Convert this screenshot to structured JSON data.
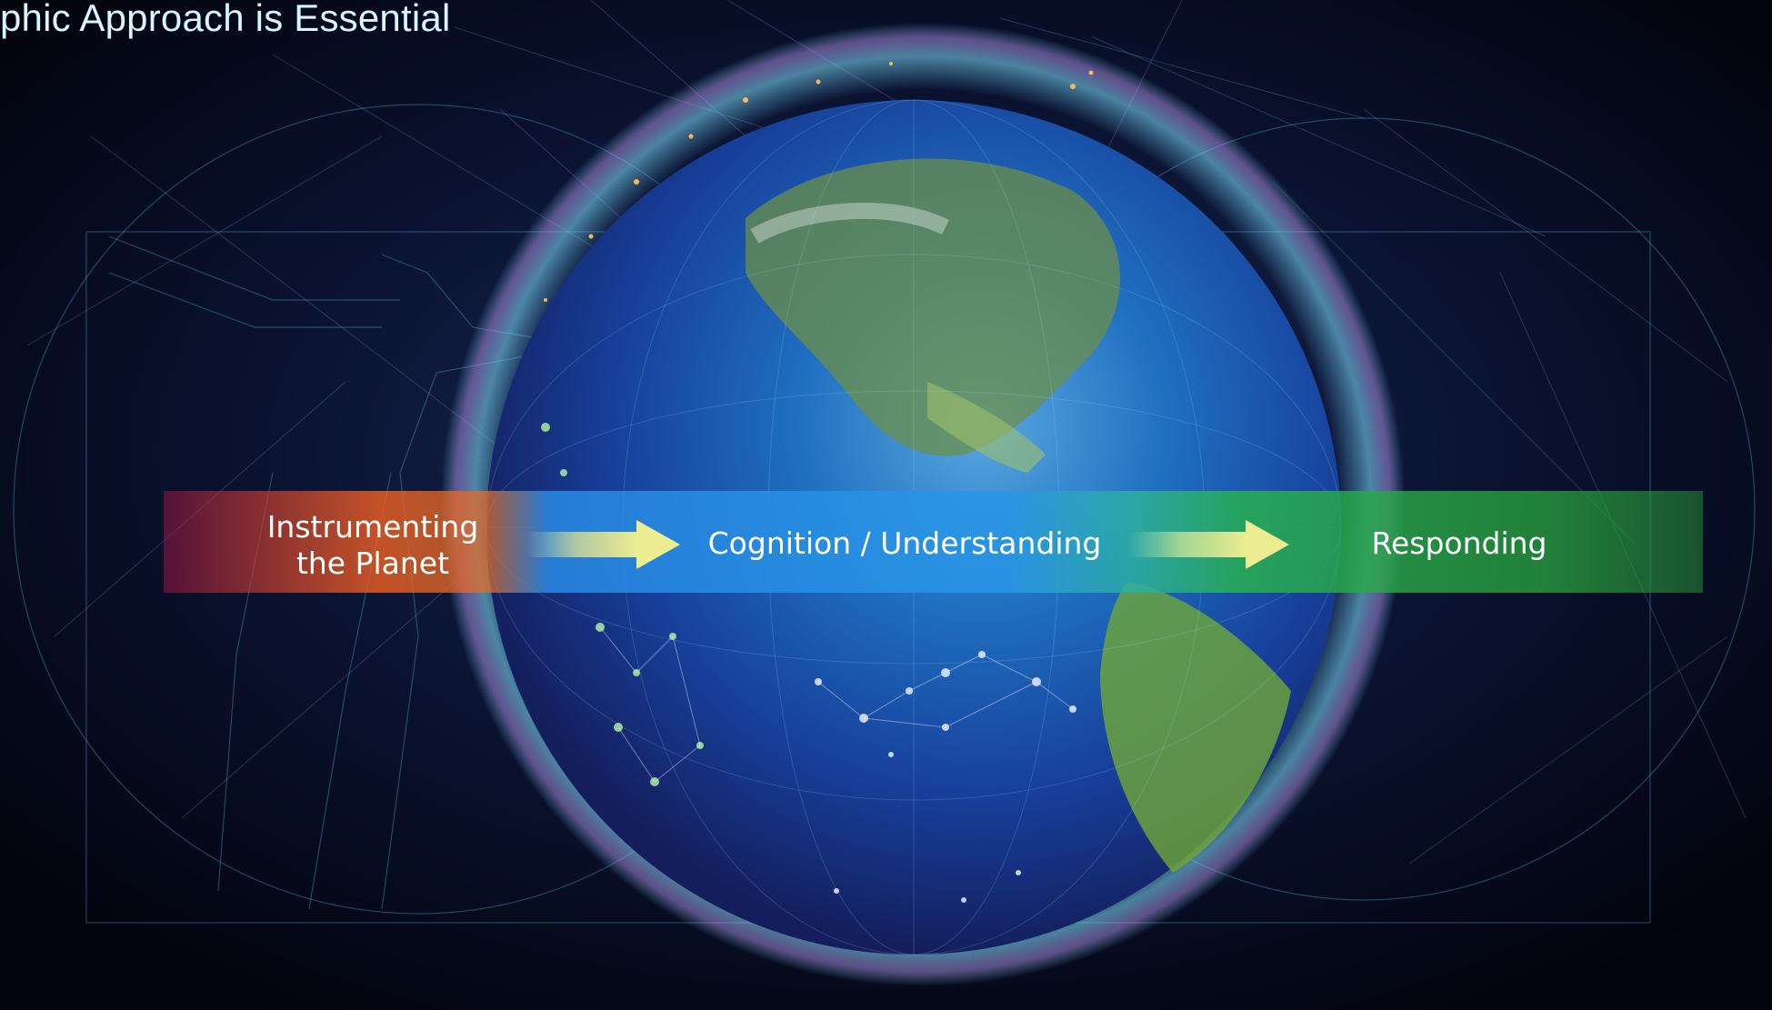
{
  "slide": {
    "title": "phic Approach is Essential"
  },
  "flow": {
    "steps": [
      {
        "line1": "Instrumenting",
        "line2": "the Planet"
      },
      {
        "label": "Cognition / Understanding"
      },
      {
        "label": "Responding"
      }
    ]
  },
  "colors": {
    "band_start": "#b0185a",
    "band_orange": "#eb5f23",
    "band_blue": "#2a8fe6",
    "band_green": "#2eb050",
    "arrow": "#e6e28a",
    "title": "#d9f4ff"
  }
}
